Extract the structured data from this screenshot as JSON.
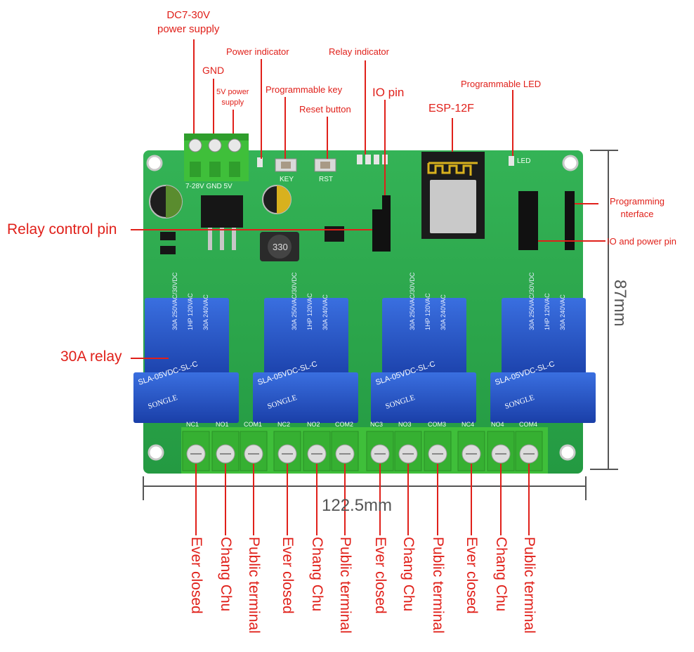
{
  "title": {
    "power_supply": "DC7-30V\npower supply",
    "power_indicator": "Power indicator",
    "relay_indicator": "Relay indicator",
    "gnd": "GND",
    "five_v": "5V power\nsupply",
    "prog_key": "Programmable key",
    "io_pin": "IO pin",
    "prog_led": "Programmable LED",
    "reset": "Reset button",
    "esp": "ESP-12F",
    "prog_iface": "Programming\nnterface",
    "relay_ctrl": "Relay control pin",
    "io_power": "IO and power pin",
    "relay30": "30A relay"
  },
  "board": {
    "silk_power": "7-28V GND 5V",
    "key": "KEY",
    "rst": "RST",
    "inductor": "330",
    "led": "LED",
    "terminal_labels": [
      "NC1",
      "NO1",
      "COM1",
      "NC2",
      "NO2",
      "COM2",
      "NC3",
      "NO3",
      "COM3",
      "NC4",
      "NO4",
      "COM4"
    ],
    "relay": {
      "model": "SLA-05VDC-SL-C",
      "brand": "SONGLE",
      "rating1": "30A 250VAC/30VDC",
      "rating2": "1HP 120VAC",
      "rating3": "30A 240VAC"
    }
  },
  "dimensions": {
    "width": "122.5mm",
    "height": "87mm"
  },
  "terminal_functions": [
    "Ever closed",
    "Chang Chu",
    "Public terminal",
    "Ever closed",
    "Chang Chu",
    "Public terminal",
    "Ever closed",
    "Chang Chu",
    "Public terminal",
    "Ever closed",
    "Chang Chu",
    "Public terminal"
  ],
  "colors": {
    "label_red": "#e0201a",
    "pcb_green": "#2aa84a",
    "relay_blue": "#1f4fc4",
    "terminal_green": "#3fbf3a"
  }
}
